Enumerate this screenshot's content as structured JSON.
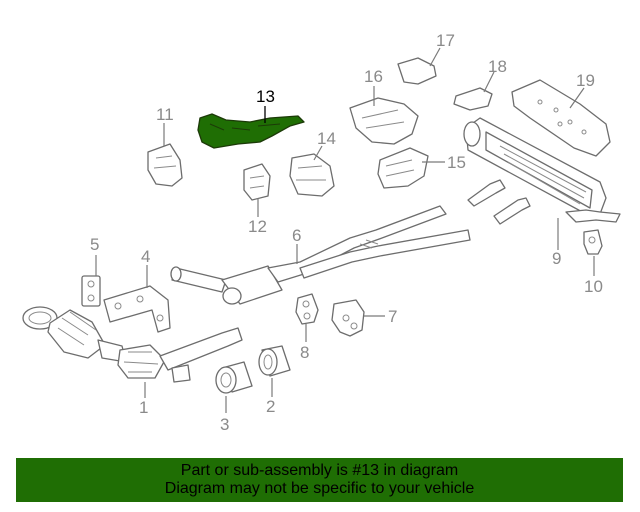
{
  "diagram": {
    "highlight_color": "#1f6e04",
    "callouts": [
      {
        "id": "1",
        "label": "1",
        "highlighted": false
      },
      {
        "id": "2",
        "label": "2",
        "highlighted": false
      },
      {
        "id": "3",
        "label": "3",
        "highlighted": false
      },
      {
        "id": "4",
        "label": "4",
        "highlighted": false
      },
      {
        "id": "5",
        "label": "5",
        "highlighted": false
      },
      {
        "id": "6",
        "label": "6",
        "highlighted": false
      },
      {
        "id": "7",
        "label": "7",
        "highlighted": false
      },
      {
        "id": "8",
        "label": "8",
        "highlighted": false
      },
      {
        "id": "9",
        "label": "9",
        "highlighted": false
      },
      {
        "id": "10",
        "label": "10",
        "highlighted": false
      },
      {
        "id": "11",
        "label": "11",
        "highlighted": false
      },
      {
        "id": "12",
        "label": "12",
        "highlighted": false
      },
      {
        "id": "13",
        "label": "13",
        "highlighted": true
      },
      {
        "id": "14",
        "label": "14",
        "highlighted": false
      },
      {
        "id": "15",
        "label": "15",
        "highlighted": false
      },
      {
        "id": "16",
        "label": "16",
        "highlighted": false
      },
      {
        "id": "17",
        "label": "17",
        "highlighted": false
      },
      {
        "id": "18",
        "label": "18",
        "highlighted": false
      },
      {
        "id": "19",
        "label": "19",
        "highlighted": false
      }
    ]
  },
  "banner": {
    "background": "#1f6e04",
    "line1": "Part or sub-assembly is #13 in diagram",
    "line2": "Diagram may not be specific to your vehicle"
  }
}
